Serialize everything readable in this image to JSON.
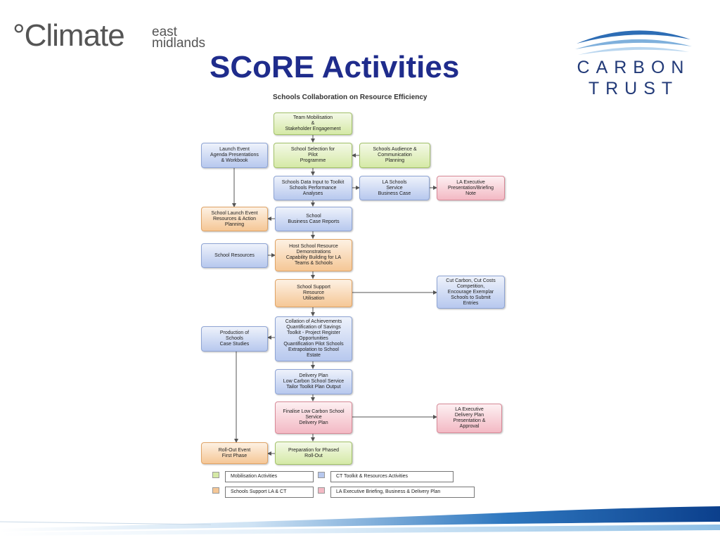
{
  "header": {
    "logo_main": "°Climate",
    "logo_sub1": "east",
    "logo_sub2": "midlands",
    "title": "SCoRE Activities",
    "partner_word1": "CARBON",
    "partner_word2": "TRUST"
  },
  "diagram": {
    "title": "Schools Collaboration on Resource Efficiency",
    "boxes": {
      "team_mobilisation": "Team Mobilisation\n&\nStakeholder Engagement",
      "launch_event": "Launch Event\nAgenda Presentations\n& Workbook",
      "school_selection": "School Selection for\nPilot\nProgramme",
      "schools_audience": "Schools Audience &\nCommunication\nPlanning",
      "schools_data": "Schools Data Input to Toolkit\nSchools Performance\nAnalyses",
      "la_schools_service": "LA Schools\nService\nBusiness Case",
      "la_exec_presentation": "LA Executive\nPresentation/Briefing\nNote",
      "school_launch_event": "School Launch Event\nResources & Action\nPlanning",
      "school_business_case": "School\nBusiness Case Reports",
      "school_resources": "School Resources",
      "host_school_resource": "Host School Resource\nDemonstrations\nCapability Building for LA\nTeams & Schools",
      "school_support_resource": "School Support\nResource\nUtilisation",
      "cut_carbon": "Cut Carbon, Cut Costs\nCompetition,\nEncourage Exemplar\nSchools to Submit\nEntries",
      "production_case_studies": "Production of\nSchools\nCase Studies",
      "collation": "Collation of Achievements\nQuantification of Savings\nToolkit - Project Register\nOpportunities\nQuantification Pilot Schools\nExtrapolation to School\nEstate",
      "delivery_plan": "Delivery Plan\nLow Carbon School Service\nTailor Toolkit Plan Output",
      "finalise_service": "Finalise Low Carbon School\nService\nDelivery Plan",
      "la_exec_delivery": "LA Executive\nDelivery Plan\nPresentation &\nApproval",
      "roll_out_event": "Roll-Out Event\nFirst Phase",
      "preparation_rollout": "Preparation for Phased\nRoll-Out"
    },
    "legend": [
      {
        "label": "Mobilisation Activities",
        "color": "#d5e9a6"
      },
      {
        "label": "CT Toolkit & Resources Activities",
        "color": "#b7c8ee"
      },
      {
        "label": "Schools Support LA & CT",
        "color": "#f5c796"
      },
      {
        "label": "LA Executive Briefing, Business & Delivery Plan",
        "color": "#f3b9c4"
      }
    ]
  }
}
